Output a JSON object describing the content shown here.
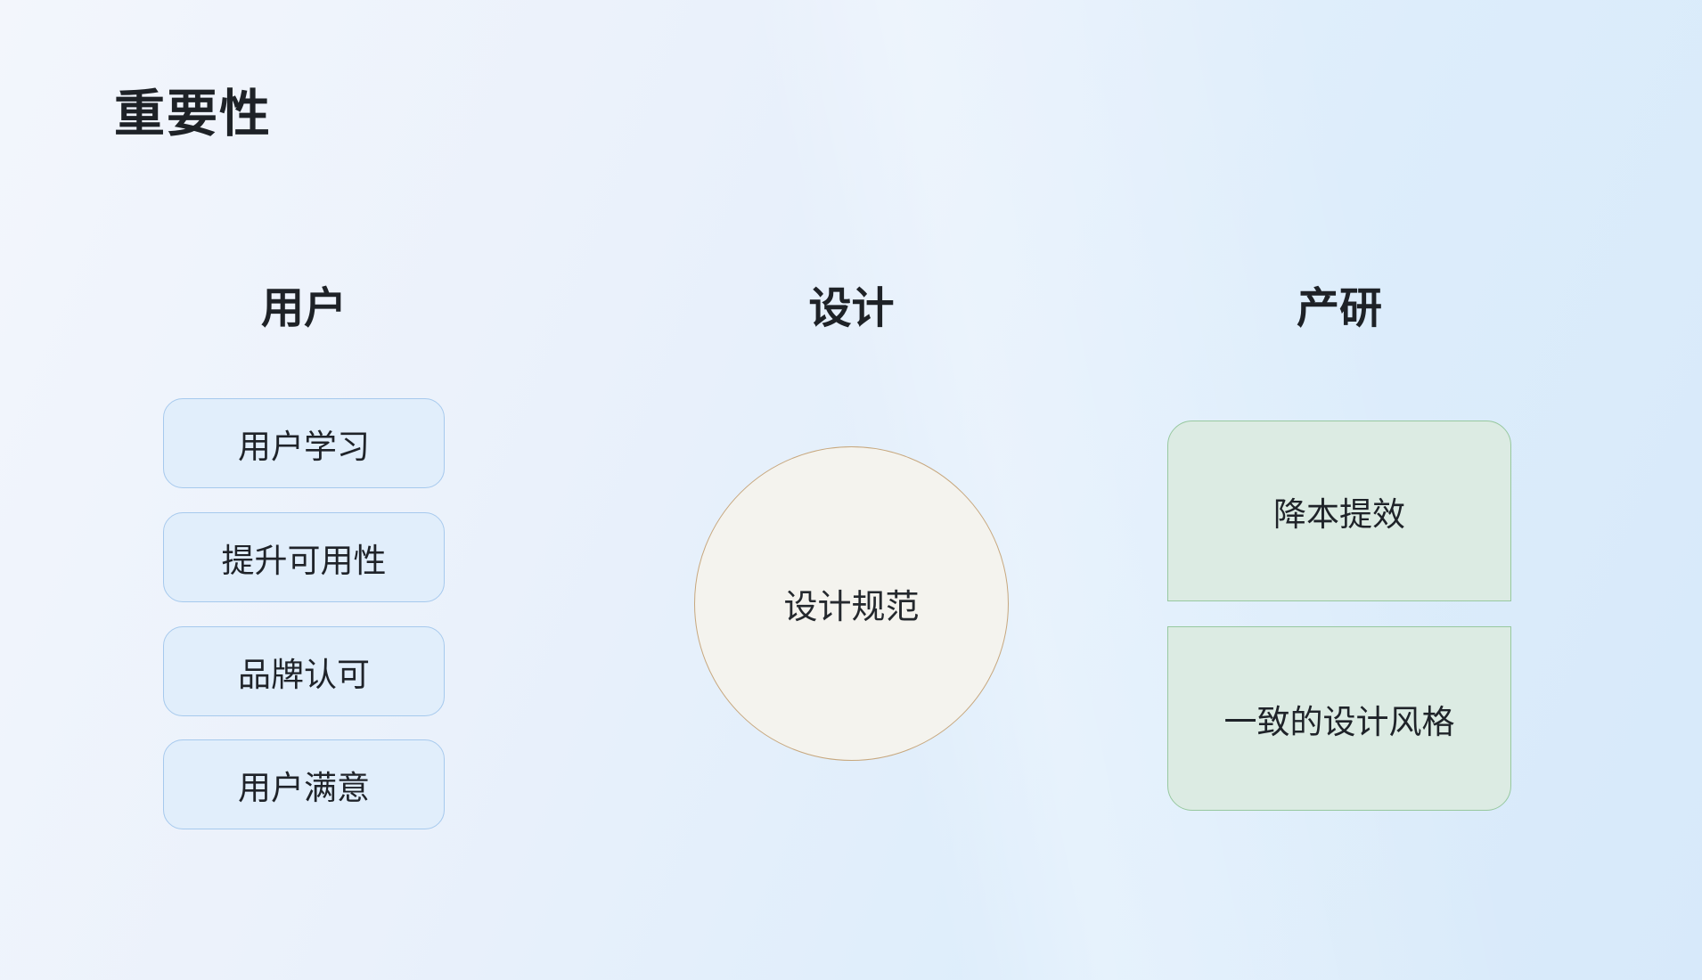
{
  "slide": {
    "title": "重要性"
  },
  "columns": {
    "user": {
      "header": "用户",
      "items": [
        "用户学习",
        "提升可用性",
        "品牌认可",
        "用户满意"
      ]
    },
    "design": {
      "header": "设计",
      "circle_label": "设计规范"
    },
    "product": {
      "header": "产研",
      "items": [
        "降本提效",
        "一致的设计风格"
      ]
    }
  },
  "colors": {
    "background_start": "#f3f6fc",
    "background_end": "#d7e9fa",
    "user_box_fill": "#e1eefb",
    "user_box_border": "#a6c9ed",
    "design_circle_fill": "#f4f3ee",
    "design_circle_border": "#c7a77d",
    "product_box_fill": "#dcebe3",
    "product_box_border": "#97c89f",
    "text": "#1f2329"
  }
}
